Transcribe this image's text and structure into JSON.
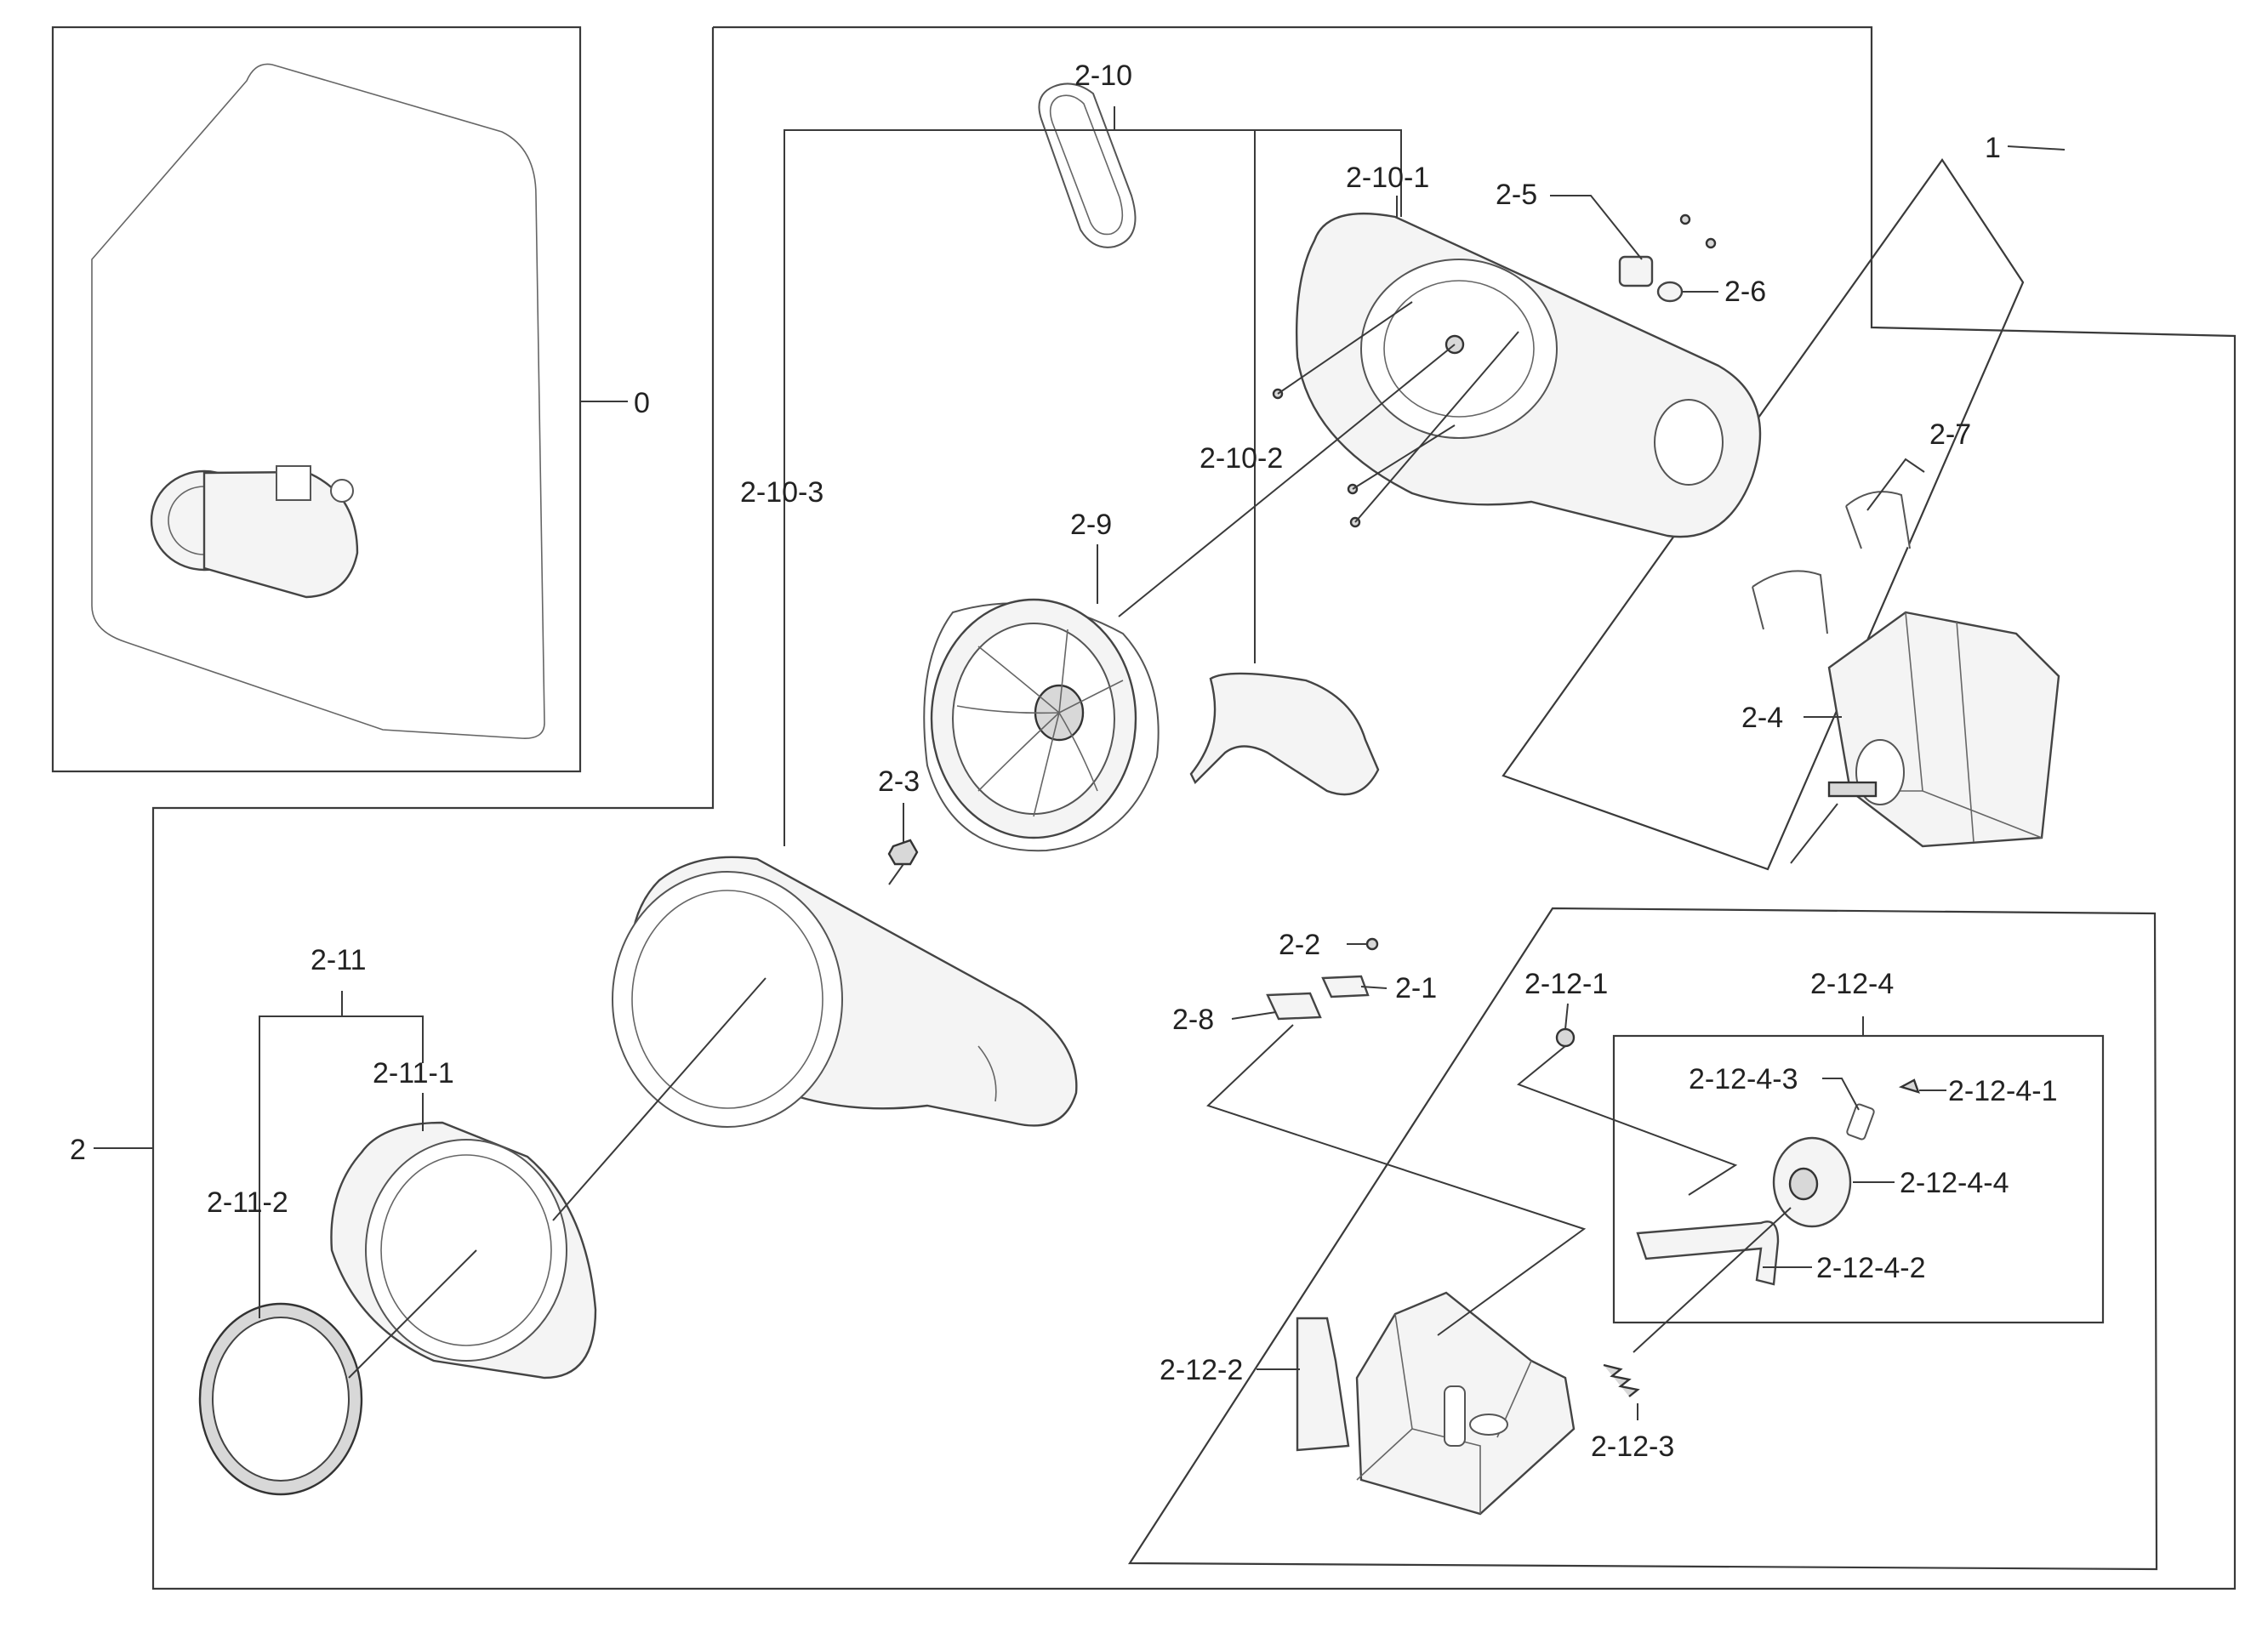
{
  "diagram": {
    "callouts": {
      "c0": "0",
      "c1": "1",
      "c2": "2",
      "c2_1": "2-1",
      "c2_2": "2-2",
      "c2_3": "2-3",
      "c2_4": "2-4",
      "c2_5": "2-5",
      "c2_6": "2-6",
      "c2_7": "2-7",
      "c2_8": "2-8",
      "c2_9": "2-9",
      "c2_10": "2-10",
      "c2_10_1": "2-10-1",
      "c2_10_2": "2-10-2",
      "c2_10_3": "2-10-3",
      "c2_11": "2-11",
      "c2_11_1": "2-11-1",
      "c2_11_2": "2-11-2",
      "c2_12_1": "2-12-1",
      "c2_12_2": "2-12-2",
      "c2_12_3": "2-12-3",
      "c2_12_4": "2-12-4",
      "c2_12_4_1": "2-12-4-1",
      "c2_12_4_2": "2-12-4-2",
      "c2_12_4_3": "2-12-4-3",
      "c2_12_4_4": "2-12-4-4"
    }
  }
}
